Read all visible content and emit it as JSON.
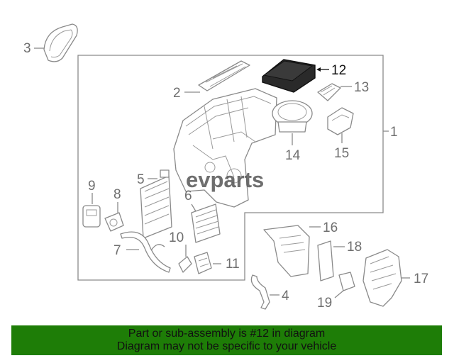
{
  "diagram": {
    "highlighted_part": "12",
    "callouts": [
      "1",
      "2",
      "3",
      "4",
      "5",
      "6",
      "7",
      "8",
      "9",
      "10",
      "11",
      "12",
      "13",
      "14",
      "15",
      "16",
      "17",
      "18",
      "19"
    ],
    "watermark": "evparts",
    "colors": {
      "line": "#8a8a8a",
      "highlight": "#111111",
      "banner": "#1e7d07"
    }
  },
  "banner": {
    "line1": "Part or sub-assembly is #12 in diagram",
    "line2": "Diagram may not be specific to your vehicle"
  }
}
